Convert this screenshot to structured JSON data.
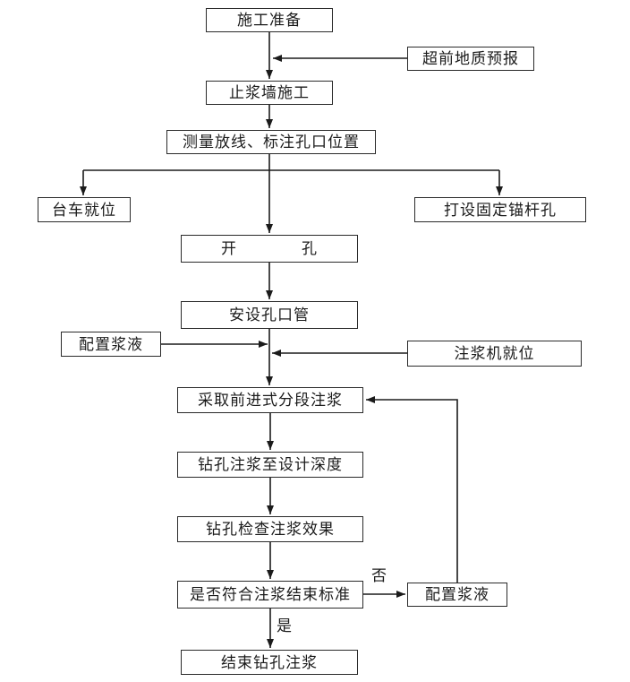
{
  "diagram": {
    "type": "flowchart",
    "language": "zh-CN"
  },
  "nodes": {
    "prep": "施工准备",
    "forecast": "超前地质预报",
    "grout_wall": "止浆墙施工",
    "survey": "测量放线、标注孔口位置",
    "trolley": "台车就位",
    "anchor_holes": "打设固定锚杆孔",
    "open_hole": "开　　　　孔",
    "orifice_pipe": "安设孔口管",
    "prepare_grout_left": "配置浆液",
    "grout_machine": "注浆机就位",
    "forward_grouting": "采取前进式分段注浆",
    "drill_to_depth": "钻孔注浆至设计深度",
    "check_effect": "钻孔检查注浆效果",
    "end_criteria": "是否符合注浆结束标准",
    "prepare_grout_right": "配置浆液",
    "end_grouting": "结束钻孔注浆"
  },
  "labels": {
    "no": "否",
    "yes": "是"
  },
  "edges": [
    {
      "from": "施工准备",
      "to": "止浆墙施工"
    },
    {
      "from": "超前地质预报",
      "to": "施工准备→止浆墙施工连线"
    },
    {
      "from": "止浆墙施工",
      "to": "测量放线、标注孔口位置"
    },
    {
      "from": "测量放线、标注孔口位置",
      "to": "台车就位"
    },
    {
      "from": "测量放线、标注孔口位置",
      "to": "打设固定锚杆孔"
    },
    {
      "from": "测量放线、标注孔口位置",
      "to": "开孔"
    },
    {
      "from": "开孔",
      "to": "安设孔口管"
    },
    {
      "from": "安设孔口管",
      "to": "采取前进式分段注浆"
    },
    {
      "from": "配置浆液",
      "to": "安设孔口管→采取前进式分段注浆连线"
    },
    {
      "from": "注浆机就位",
      "to": "安设孔口管→采取前进式分段注浆连线"
    },
    {
      "from": "采取前进式分段注浆",
      "to": "钻孔注浆至设计深度"
    },
    {
      "from": "钻孔注浆至设计深度",
      "to": "钻孔检查注浆效果"
    },
    {
      "from": "钻孔检查注浆效果",
      "to": "是否符合注浆结束标准"
    },
    {
      "from": "是否符合注浆结束标准",
      "to": "配置浆液",
      "label": "否"
    },
    {
      "from": "配置浆液",
      "to": "采取前进式分段注浆"
    },
    {
      "from": "是否符合注浆结束标准",
      "to": "结束钻孔注浆",
      "label": "是"
    }
  ],
  "colors": {
    "background": "#ffffff",
    "line": "#1b1b1b",
    "border": "#2a2a2a",
    "text": "#1b1b1b"
  }
}
